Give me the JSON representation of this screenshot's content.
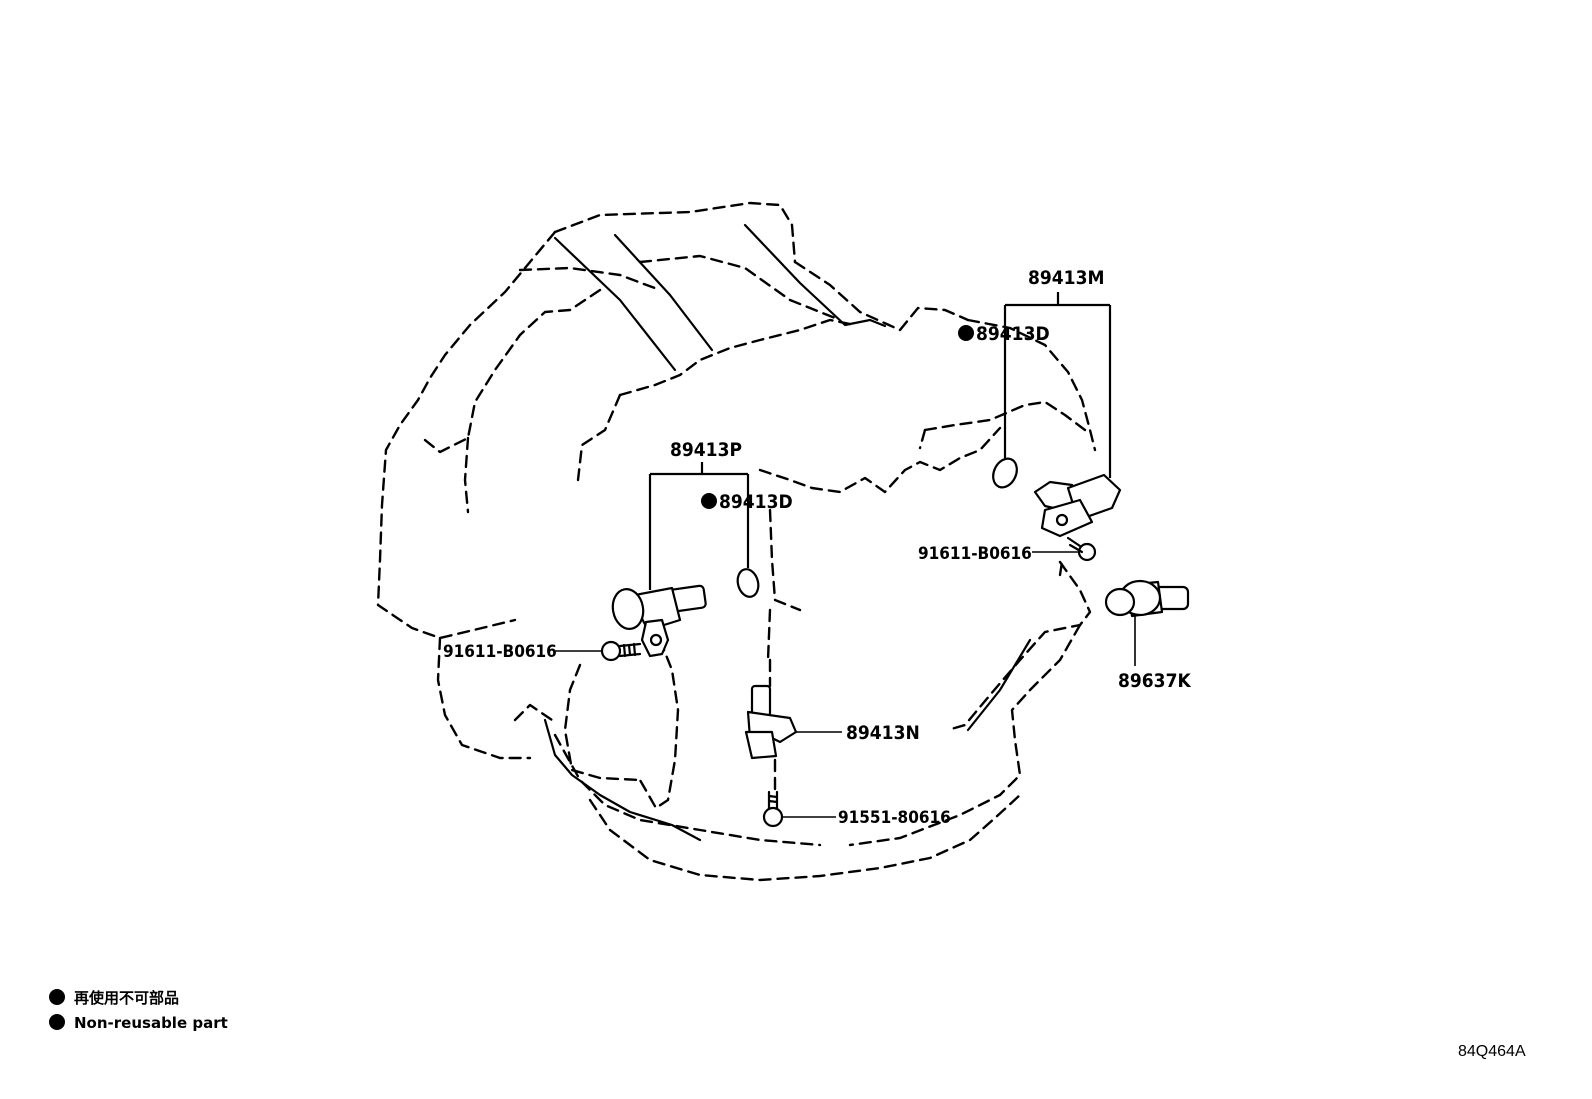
{
  "labels": {
    "p_89413M": "89413M",
    "p_89413D_right": "89413D",
    "p_89413P": "89413P",
    "p_89413D_left": "89413D",
    "p_91611_right": "91611-B0616",
    "p_91611_left": "91611-B0616",
    "p_89637K": "89637K",
    "p_89413N": "89413N",
    "p_91551": "91551-80616"
  },
  "legend": {
    "jp": "再使用不可部品",
    "en": "Non-reusable part"
  },
  "diagram_code": "84Q464A"
}
